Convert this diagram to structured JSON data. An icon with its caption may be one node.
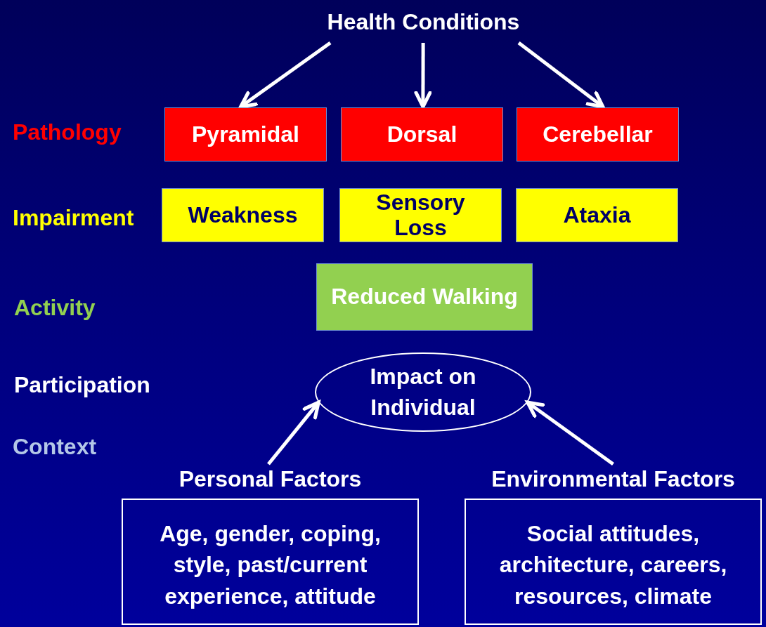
{
  "diagram": {
    "nodes": [
      {
        "text": [
          "Health Conditions"
        ]
      },
      {
        "text": [
          "Pyramidal"
        ]
      },
      {
        "text": [
          "Dorsal"
        ]
      },
      {
        "text": [
          "Cerebellar"
        ]
      },
      {
        "text": [
          "Weakness"
        ]
      },
      {
        "text": [
          "Sensory Loss"
        ]
      },
      {
        "text": [
          "Ataxia"
        ]
      },
      {
        "text": [
          "Reduced Walking"
        ]
      },
      {
        "text": [
          "Impact on Individual"
        ]
      },
      {
        "text": [
          "Personal Factors",
          "Age, gender, coping, style, past/current experience, attitude"
        ]
      },
      {
        "text": [
          "Environmental Factors",
          "Social attitudes, architecture, careers, resources, climate"
        ]
      }
    ],
    "edges": [
      {
        "from": 0,
        "to": 1,
        "arrow": "to"
      },
      {
        "from": 0,
        "to": 2,
        "arrow": "to"
      },
      {
        "from": 0,
        "to": 3,
        "arrow": "to"
      },
      {
        "from": 9,
        "to": 8,
        "arrow": "to"
      },
      {
        "from": 10,
        "to": 8,
        "arrow": "to"
      }
    ],
    "labels": [
      "Pathology",
      "Impairment",
      "Activity",
      "Participation",
      "Context"
    ]
  }
}
